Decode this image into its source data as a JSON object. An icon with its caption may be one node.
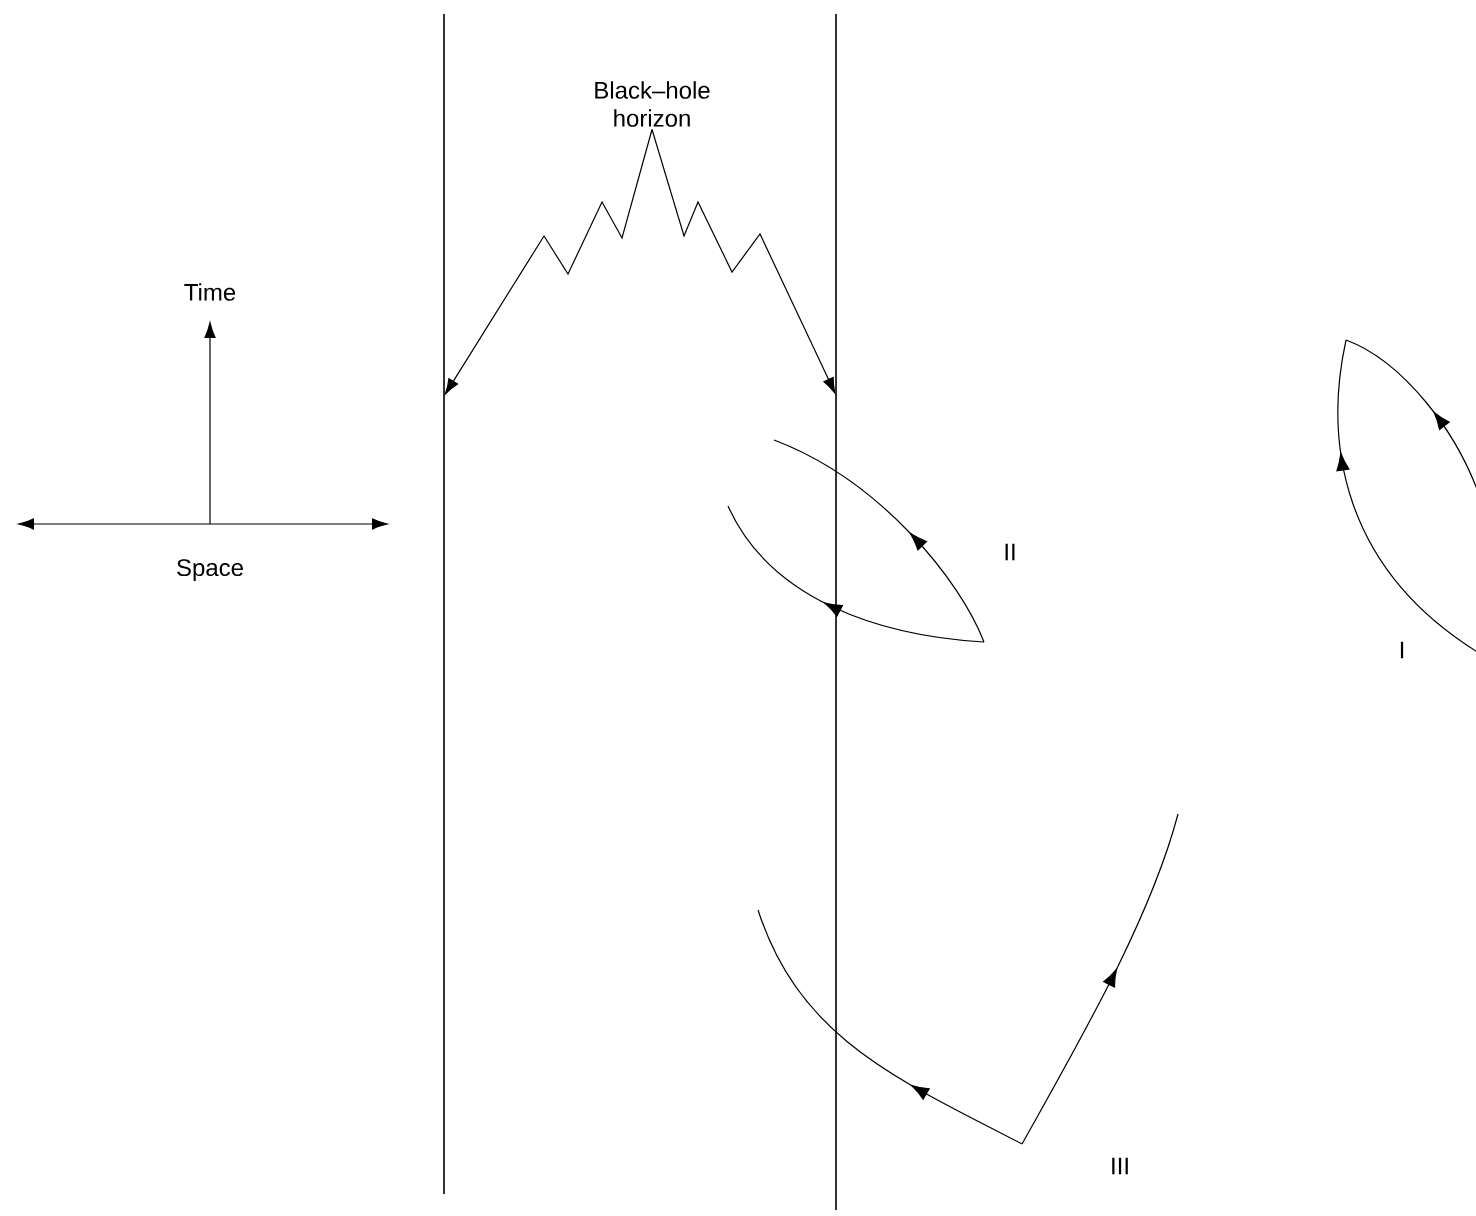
{
  "diagram": {
    "nodes": [
      {
        "text": [
          "Black–hole horizon"
        ]
      },
      {
        "text": [],
        "shape": "line"
      },
      {
        "text": [],
        "shape": "line"
      }
    ],
    "edges": [
      {
        "from": 0,
        "to": 1,
        "arrow": "to"
      },
      {
        "from": 0,
        "to": 2,
        "arrow": "to"
      }
    ],
    "labels": [
      "Time",
      "Space",
      "II",
      "I",
      "III"
    ]
  }
}
